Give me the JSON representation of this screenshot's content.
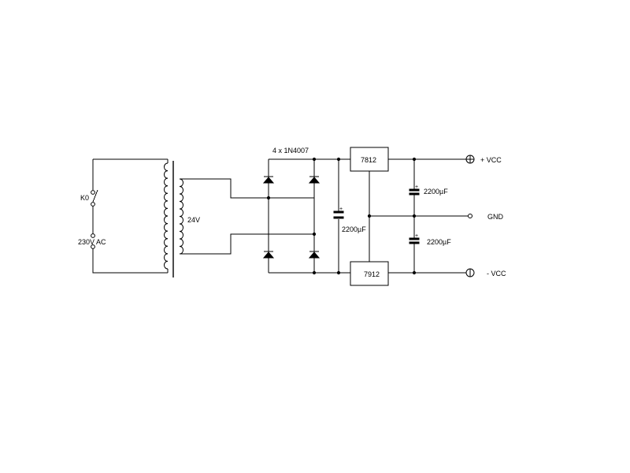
{
  "labels": {
    "switch": "K0",
    "mains": "230V AC",
    "secondary": "24V",
    "bridge": "4 x 1N4007",
    "cap_main": "2200µF",
    "cap_pos": "2200µF",
    "cap_neg": "2200µF",
    "reg_pos": "7812",
    "reg_neg": "7912",
    "out_pos": "+ VCC",
    "out_gnd": "GND",
    "out_neg": "- VCC"
  }
}
